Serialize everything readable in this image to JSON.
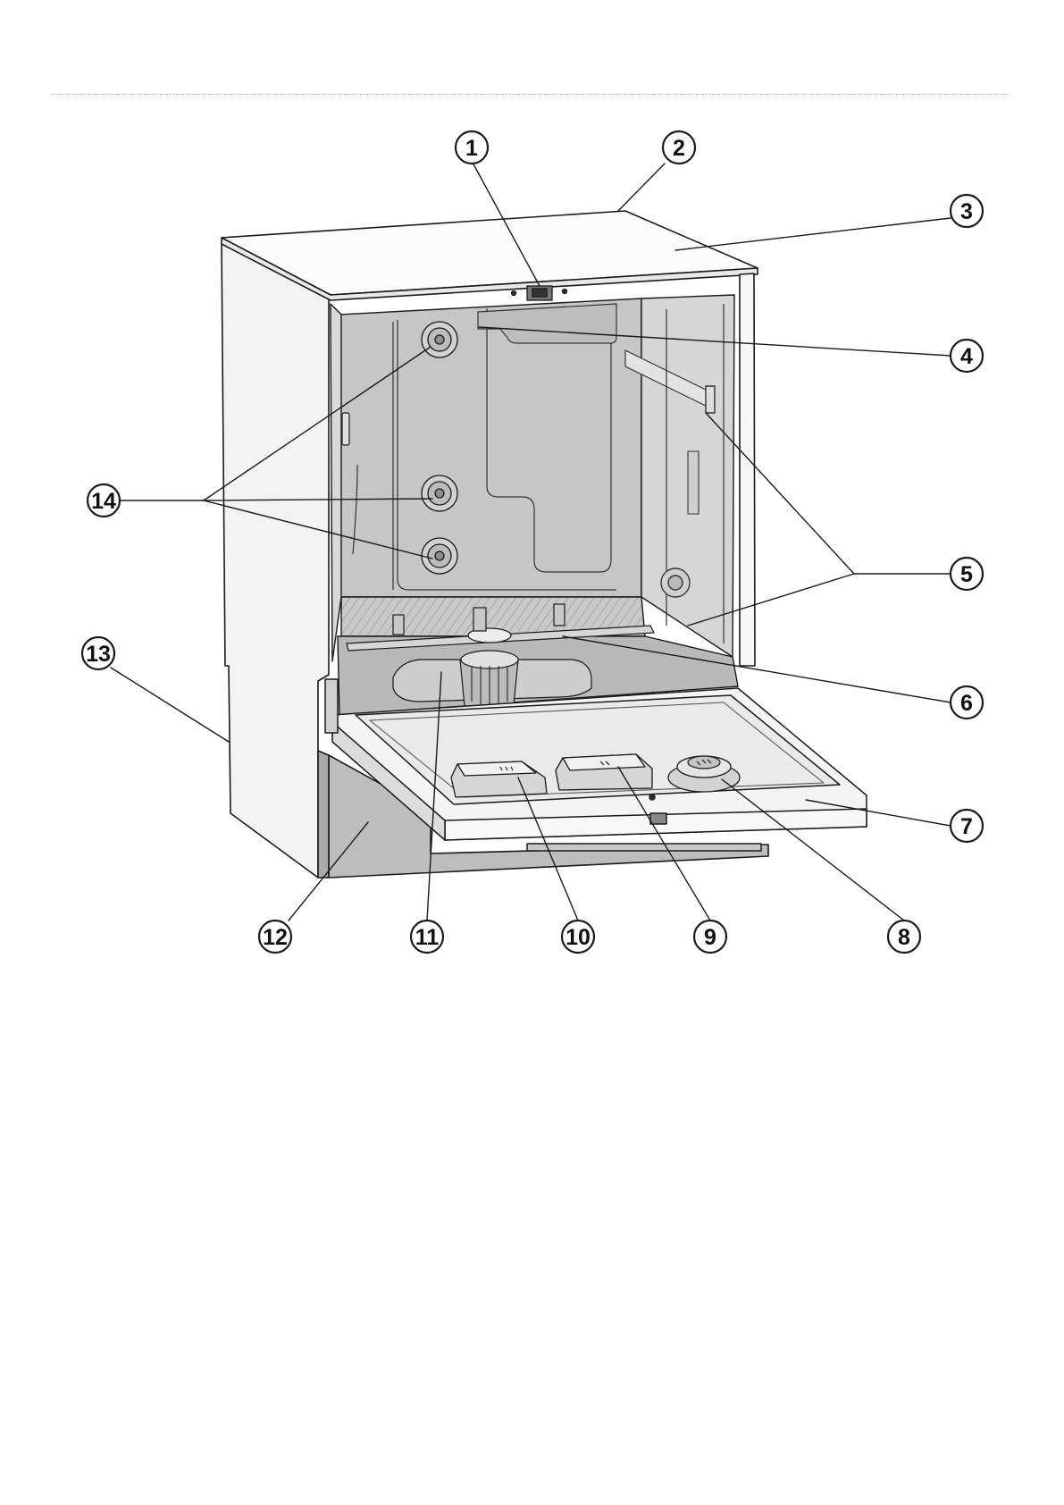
{
  "colors": {
    "line": "#1a1a1a",
    "cabinet_side": "#f3f3f3",
    "cabinet_top": "#fbfbfb",
    "interior": "#c6c6c6",
    "interior_side": "#d6d6d6",
    "interior_floor": "#b9b9b9",
    "door_panel": "#eaeaea",
    "plinth": "#bdbdbd",
    "callout_fill": "#ffffff"
  },
  "callouts": [
    {
      "number": "1"
    },
    {
      "number": "2"
    },
    {
      "number": "3"
    },
    {
      "number": "4"
    },
    {
      "number": "5"
    },
    {
      "number": "6"
    },
    {
      "number": "7"
    },
    {
      "number": "8"
    },
    {
      "number": "9"
    },
    {
      "number": "10"
    },
    {
      "number": "11"
    },
    {
      "number": "12"
    },
    {
      "number": "13"
    },
    {
      "number": "14"
    }
  ]
}
